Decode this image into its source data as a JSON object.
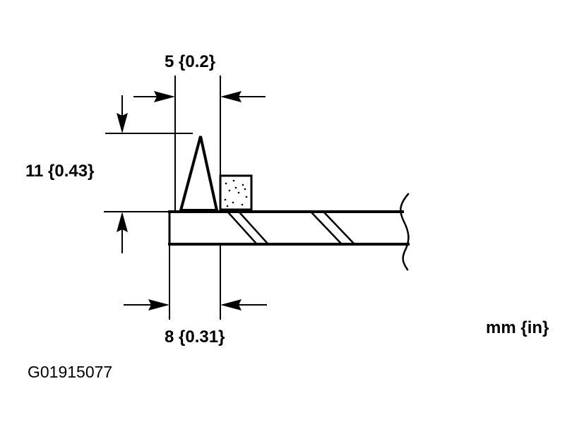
{
  "labels": {
    "top_width": "5 {0.2}",
    "height": "11 {0.43}",
    "bottom_width": "8 {0.31}",
    "units": "mm {in}",
    "figure_code": "G01915077"
  },
  "colors": {
    "ink": "#000000",
    "paper": "#ffffff"
  }
}
